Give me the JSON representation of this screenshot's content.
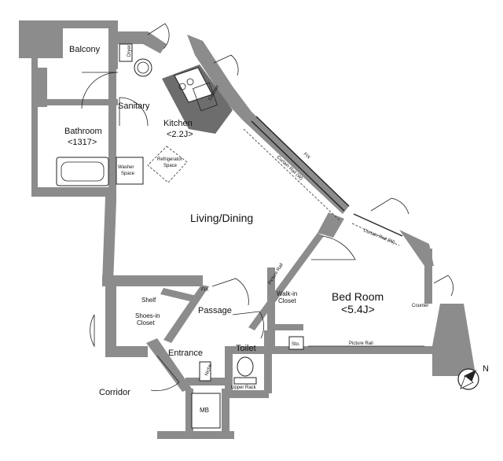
{
  "rooms": {
    "balcony": "Balcony",
    "sanitary": "Sanitary",
    "kitchen": "Kitchen",
    "kitchen_size": "<2.2J>",
    "bathroom": "Bathroom",
    "bathroom_size": "<1317>",
    "washer": "Washer",
    "washer_2": "Space",
    "refrigerator": "Refrigerator",
    "refrigerator_2": "Space",
    "living": "Living/Dining",
    "bedroom": "Bed Room",
    "bedroom_size": "<5.4J>",
    "shelf": "Shelf",
    "shoes_closet": "Shoes-in",
    "shoes_closet_2": "Closet",
    "passage": "Passage",
    "entrance": "Entrance",
    "toilet": "Toilet",
    "corridor": "Corridor",
    "mb": "MB",
    "walkin": "Walk-in",
    "walkin_2": "Closet",
    "sto": "Sto.",
    "upper_rack": "Upper Rack",
    "niche": "Niche",
    "counter": "Counter",
    "counter_2": "Counter",
    "dryer": "Dryer"
  },
  "annotations": {
    "fix_top": "FIX",
    "fix_mid": "FIX",
    "curtain_rail_w": "Curtain Rail (W)",
    "curtain_rail_w2": "Curtain Rail (W)",
    "picture_rail_1": "Picture Rail",
    "picture_rail_2": "Picture Rail",
    "compass": "N"
  }
}
